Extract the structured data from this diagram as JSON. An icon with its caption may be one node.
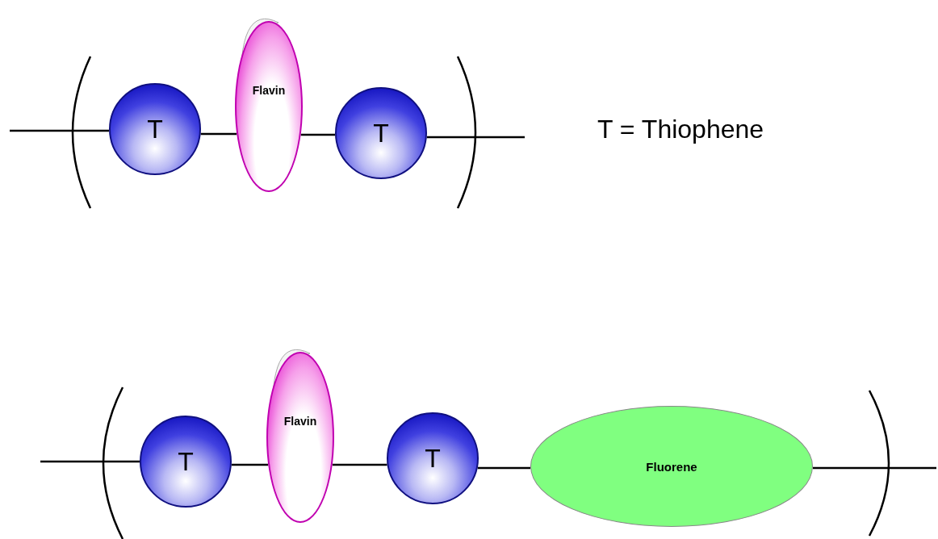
{
  "diagram": {
    "nodes": [
      {
        "text": [
          "T"
        ]
      },
      {
        "text": [
          "Flavin"
        ]
      },
      {
        "text": [
          "T"
        ]
      },
      {
        "text": [
          "T"
        ]
      },
      {
        "text": [
          "Flavin"
        ]
      },
      {
        "text": [
          "T"
        ]
      },
      {
        "text": [
          "Fluorene"
        ]
      }
    ],
    "edges": [
      {
        "from": null,
        "to": 0,
        "arrow": "none"
      },
      {
        "from": 0,
        "to": 1,
        "arrow": "none"
      },
      {
        "from": 1,
        "to": 2,
        "arrow": "none"
      },
      {
        "from": 2,
        "to": null,
        "arrow": "none"
      },
      {
        "from": null,
        "to": 3,
        "arrow": "none"
      },
      {
        "from": 3,
        "to": 4,
        "arrow": "none"
      },
      {
        "from": 4,
        "to": 5,
        "arrow": "none"
      },
      {
        "from": 5,
        "to": 6,
        "arrow": "none"
      },
      {
        "from": 6,
        "to": null,
        "arrow": "none"
      }
    ],
    "labels": [
      "T = Thiophene"
    ]
  }
}
